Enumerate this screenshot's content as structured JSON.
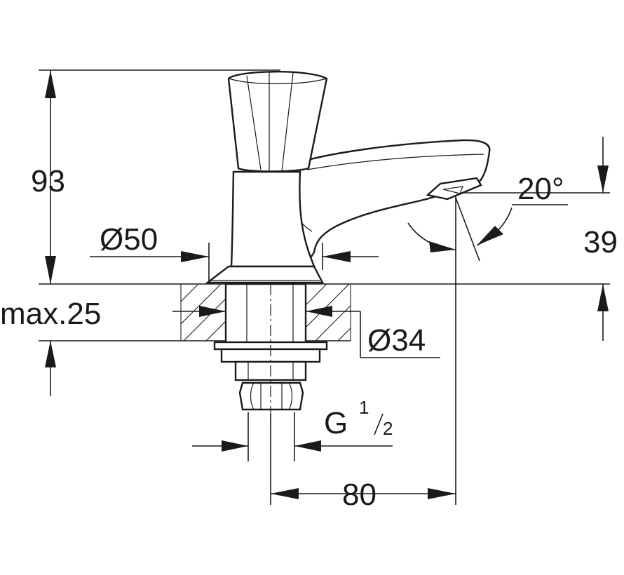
{
  "dimensions": {
    "height_total": "93",
    "spout_height": "39",
    "flange_diameter": "Ø50",
    "shank_diameter": "Ø34",
    "max_thickness": "max.25",
    "thread_main": "G",
    "thread_fraction_numerator": "1",
    "thread_fraction_denominator": "2",
    "spout_reach": "80",
    "spout_angle": "20°"
  },
  "colors": {
    "line": "#1a1a1a",
    "background": "#ffffff"
  }
}
